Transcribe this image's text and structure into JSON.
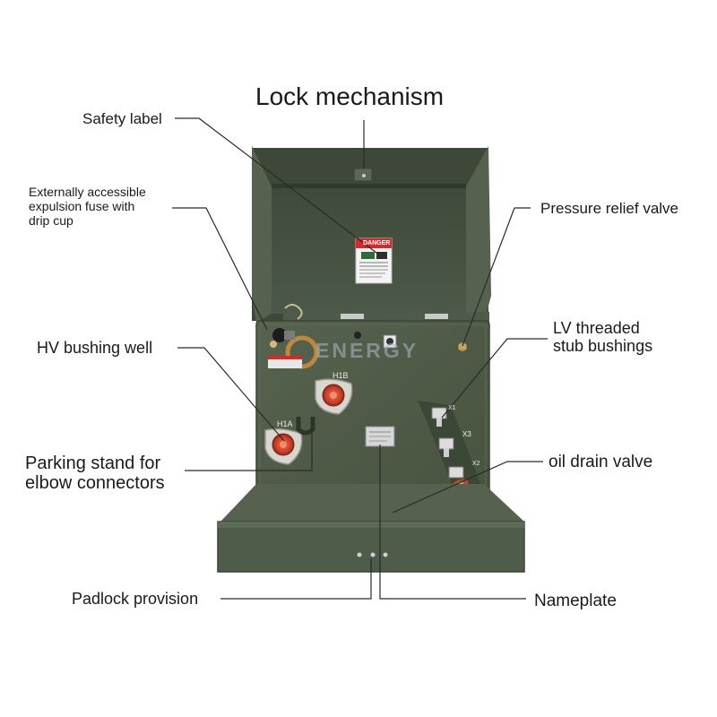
{
  "callouts": {
    "lock_mechanism": "Lock mechanism",
    "safety_label": "Safety label",
    "expulsion_fuse": "Externally accessible\nexpulsion fuse with\ndrip cup",
    "pressure_relief_valve": "Pressure relief valve",
    "hv_bushing_well": "HV bushing well",
    "lv_stub_bushings": "LV threaded\nstub bushings",
    "parking_stand": "Parking stand for\nelbow connectors",
    "oil_drain_valve": "oil drain valve",
    "padlock_provision": "Padlock provision",
    "nameplate": "Nameplate"
  },
  "equipment_markings": {
    "danger_sign": "DANGER",
    "h1b": "H1B",
    "h1a": "H1A",
    "x1": "X1",
    "x3": "X3",
    "x2": "X2",
    "watermark": "ENERGY"
  },
  "colors": {
    "tank_green": "#4f5c4a",
    "tank_dark": "#3a4436",
    "leader_line": "#2a2a2a",
    "danger_red": "#d8282a",
    "bushing_orange": "#e2532f",
    "watermark_orange": "#f2a035"
  }
}
